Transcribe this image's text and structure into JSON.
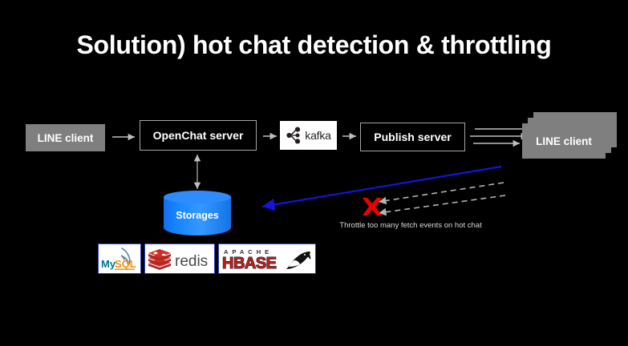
{
  "slide": {
    "title": "Solution) hot chat detection & throttling",
    "background_color": "#000000"
  },
  "diagram": {
    "nodes": {
      "line_client_left": {
        "label": "LINE client",
        "style": "filled-gray",
        "color": "#7f7f7f"
      },
      "openchat_server": {
        "label": "OpenChat server",
        "style": "outline",
        "color": "#a6a6a6"
      },
      "kafka": {
        "label": "kafka",
        "style": "white-logo-box",
        "color": "#ffffff",
        "icon": "kafka-logo-icon"
      },
      "publish_server": {
        "label": "Publish server",
        "style": "outline",
        "color": "#a6a6a6"
      },
      "line_client_right": {
        "label": "LINE client",
        "style": "stacked-filled-gray",
        "color": "#7f7f7f",
        "stack_count": 3
      },
      "storages": {
        "label": "Storages",
        "style": "cylinder",
        "color": "#1a86ff"
      }
    },
    "db_logos": [
      {
        "name": "mysql-logo",
        "label": "MySQL",
        "text_primary": "My",
        "text_secondary": "SQL"
      },
      {
        "name": "redis-logo",
        "label": "redis",
        "text_primary": "redis"
      },
      {
        "name": "hbase-logo",
        "label": "APACHE HBASE",
        "text_primary": "APACHE",
        "text_secondary": "HBASE"
      }
    ],
    "annotations": {
      "throttle_caption": "Throttle too many fetch events on hot chat",
      "block_marker": "✖",
      "block_marker_color": "#ee0000",
      "fetch_line_color": "#1414dc",
      "dashed_arrow_color": "#b3b3b3"
    },
    "flow_arrows": [
      {
        "from": "line_client_left",
        "to": "openchat_server",
        "style": "solid"
      },
      {
        "from": "openchat_server",
        "to": "kafka",
        "style": "solid"
      },
      {
        "from": "kafka",
        "to": "publish_server",
        "style": "solid"
      },
      {
        "from": "publish_server",
        "to": "line_client_right",
        "style": "solid-triple"
      },
      {
        "from": "openchat_server",
        "to": "storages",
        "style": "double-headed-vertical"
      }
    ]
  }
}
